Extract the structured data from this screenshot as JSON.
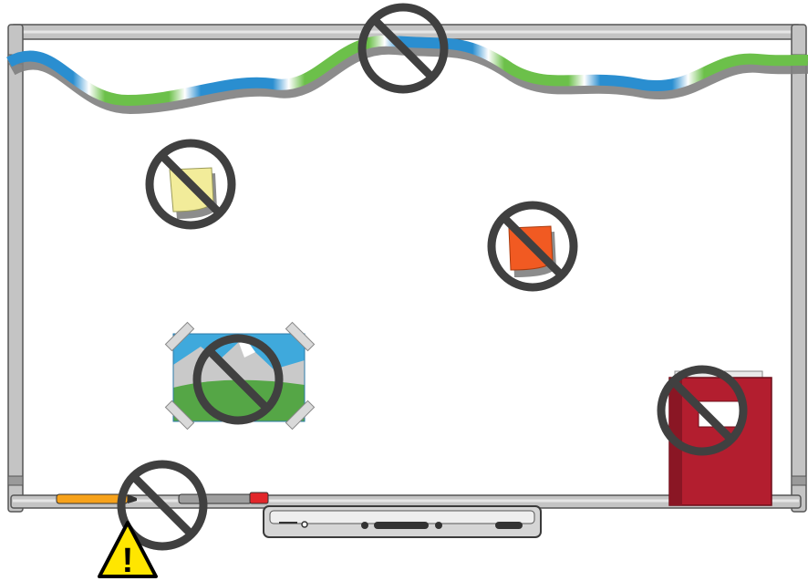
{
  "scene": {
    "subject": "interactive-whiteboard",
    "prohibited_items": [
      {
        "id": "streamer",
        "icon": "streamer-icon"
      },
      {
        "id": "sticky-note-yellow",
        "icon": "sticky-note-icon",
        "color": "#f2ec9a"
      },
      {
        "id": "sticky-note-orange",
        "icon": "sticky-note-icon",
        "color": "#f15a22"
      },
      {
        "id": "taped-picture",
        "icon": "landscape-picture-icon"
      },
      {
        "id": "book",
        "icon": "book-icon",
        "color": "#b31e2f"
      },
      {
        "id": "pen-tray-items",
        "icon": "marker-icon"
      }
    ],
    "warning": {
      "icon": "warning-triangle-icon",
      "symbol": "!",
      "color": "#ffe600"
    }
  },
  "colors": {
    "frame": "#b3b3b3",
    "frame_dark": "#5e5e5e",
    "prohibit": "#404040",
    "streamer_blue": "#2a8ed0",
    "streamer_green": "#6cc04a",
    "sky": "#3fa9dc",
    "grass": "#55a646",
    "mountain": "#c9c9c9",
    "book": "#b31e2f",
    "marker_orange": "#f7a21b",
    "marker_red": "#e2262a"
  }
}
